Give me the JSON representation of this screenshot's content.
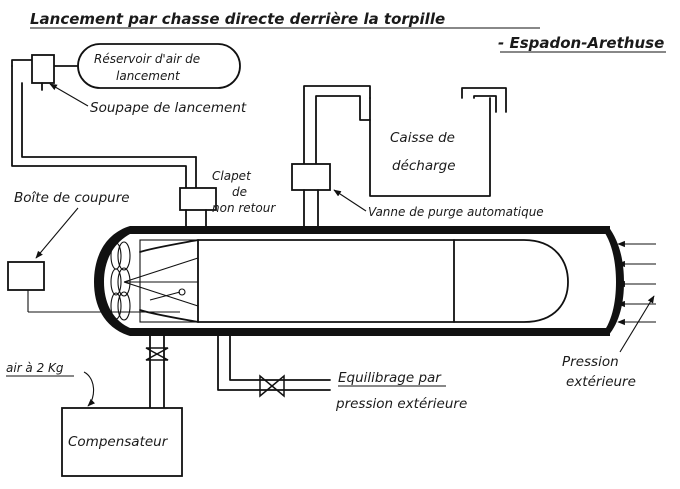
{
  "title": "Lancement par chasse directe derrière la torpille",
  "subtitle": "- Espadon-Arethuse",
  "labels": {
    "reservoir_line1": "Réservoir d'air de",
    "reservoir_line2": "lancement",
    "soupape": "Soupape de lancement",
    "clapet_line1": "Clapet",
    "clapet_line2": "de",
    "clapet_line3": "non retour",
    "caisse_line1": "Caisse de",
    "caisse_line2": "décharge",
    "boite": "Boîte de coupure",
    "vanne": "Vanne de purge automatique",
    "air": "air à 2 Kg",
    "compensateur": "Compensateur",
    "equilibrage_line1": "Equilibrage par",
    "equilibrage_line2": "pression extérieure",
    "pression_line1": "Pression",
    "pression_line2": "extérieure"
  },
  "colors": {
    "ink": "#111111",
    "paper": "#ffffff"
  }
}
